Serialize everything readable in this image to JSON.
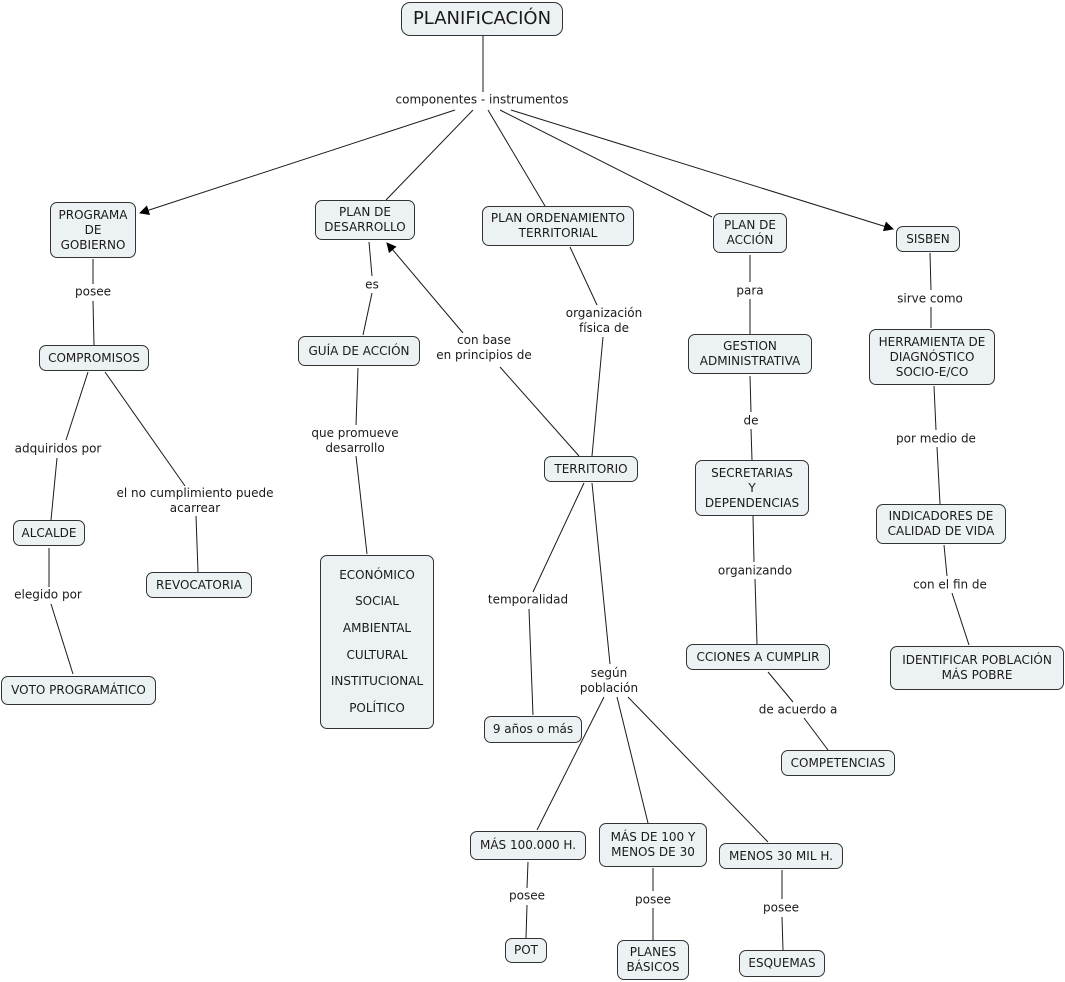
{
  "concept_map": {
    "root": "PLANIFICACIÓN",
    "nodes": {
      "planificacion": "PLANIFICACIÓN",
      "programa_gobierno": [
        "PROGRAMA",
        "DE",
        "GOBIERNO"
      ],
      "plan_desarrollo": [
        "PLAN DE",
        "DESARROLLO"
      ],
      "plan_ordenamiento": [
        "PLAN ORDENAMIENTO",
        "TERRITORIAL"
      ],
      "plan_accion": [
        "PLAN DE",
        "ACCIÓN"
      ],
      "sisben": "SISBEN",
      "compromisos": "COMPROMISOS",
      "alcalde": "ALCALDE",
      "revocatoria": "REVOCATORIA",
      "voto_programatico": "VOTO PROGRAMÁTICO",
      "guia_accion": "GUÍA DE ACCIÓN",
      "dimensiones": [
        "ECONÓMICO",
        "SOCIAL",
        "AMBIENTAL",
        "CULTURAL",
        "INSTITUCIONAL",
        "POLÍTICO"
      ],
      "territorio": "TERRITORIO",
      "nueve_anos": "9 años o más",
      "mas_100000": "MÁS 100.000 H.",
      "mas_100_menos_30": [
        "MÁS DE 100 Y",
        "MENOS DE 30"
      ],
      "menos_30mil": "MENOS 30 MIL H.",
      "pot": "POT",
      "planes_basicos": [
        "PLANES",
        "BÁSICOS"
      ],
      "esquemas": "ESQUEMAS",
      "gestion_admin": [
        "GESTION",
        "ADMINISTRATIVA"
      ],
      "secretarias": [
        "SECRETARIAS",
        "Y",
        "DEPENDENCIAS"
      ],
      "acciones_cumplir": "CCIONES A CUMPLIR",
      "competencias": "COMPETENCIAS",
      "herramienta": [
        "HERRAMIENTA DE",
        "DIAGNÓSTICO",
        "SOCIO-E/CO"
      ],
      "indicadores": [
        "INDICADORES DE",
        "CALIDAD DE VIDA"
      ],
      "identificar": [
        "IDENTIFICAR POBLACIÓN",
        "MÁS POBRE"
      ]
    },
    "links": {
      "componentes": "componentes - instrumentos",
      "posee_programa": "posee",
      "adquiridos": "adquiridos por",
      "no_cumplimiento": [
        "el no cumplimiento puede",
        "acarrear"
      ],
      "elegido": "elegido por",
      "es": "es",
      "promueve": [
        "que promueve",
        "desarrollo"
      ],
      "con_base": [
        "con base",
        "en principios de"
      ],
      "organizacion": [
        "organización",
        "física de"
      ],
      "temporalidad": "temporalidad",
      "segun_poblacion": [
        "según",
        "población"
      ],
      "posee_pot": "posee",
      "posee_planes": "posee",
      "posee_esquemas": "posee",
      "para": "para",
      "de": "de",
      "organizando": "organizando",
      "de_acuerdo": "de acuerdo a",
      "sirve_como": "sirve como",
      "por_medio": "por medio de",
      "con_el_fin": "con el fin de"
    },
    "colors": {
      "node_fill": "#ecf2f4",
      "border": "#333333",
      "line": "#1a1a1a"
    }
  }
}
